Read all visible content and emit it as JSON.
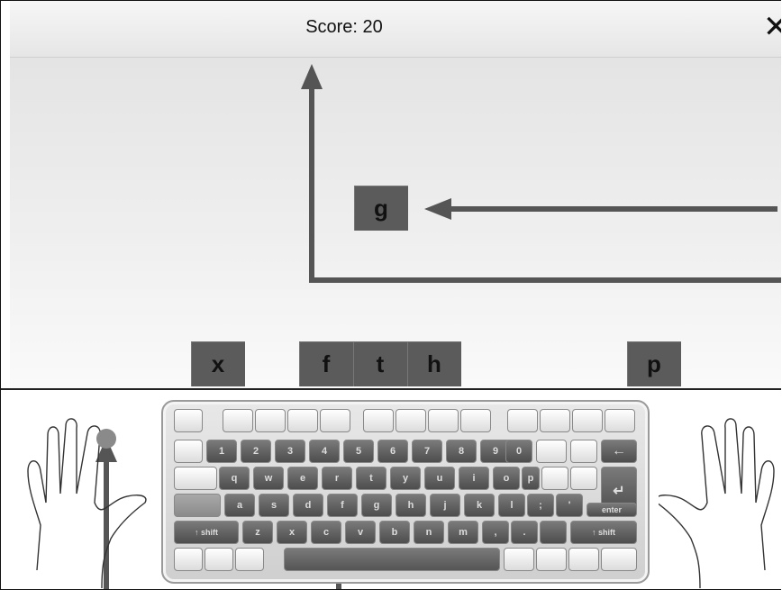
{
  "header": {
    "score": "Score: 20",
    "close_icon": "close-icon"
  },
  "falling_letters": [
    {
      "name": "falling-letter-g",
      "letter": "g"
    },
    {
      "name": "falling-letter-x",
      "letter": "x"
    },
    {
      "name": "falling-letter-f",
      "letter": "f"
    },
    {
      "name": "falling-letter-t",
      "letter": "t"
    },
    {
      "name": "falling-letter-h",
      "letter": "h"
    },
    {
      "name": "falling-letter-p",
      "letter": "p"
    }
  ],
  "keyboard": {
    "row1": [
      "1",
      "2",
      "3",
      "4",
      "5",
      "6",
      "7",
      "8",
      "9",
      "0"
    ],
    "row2": [
      "q",
      "w",
      "e",
      "r",
      "t",
      "y",
      "u",
      "i",
      "o",
      "p"
    ],
    "row3": [
      "a",
      "s",
      "d",
      "f",
      "g",
      "h",
      "j",
      "k",
      "l",
      ";",
      "'"
    ],
    "row4": [
      "z",
      "x",
      "c",
      "v",
      "b",
      "n",
      "m",
      ",",
      "."
    ],
    "enter_label": "enter",
    "shift_left_label": "↑ shift",
    "shift_right_label": "↑ shift",
    "backspace_icon": "←",
    "enter_icon": "↵"
  },
  "hands": {
    "left_icon": "left-hand-icon",
    "right_icon": "right-hand-icon"
  },
  "colors": {
    "tile": "#5b5b5b",
    "key_dark": "#555555",
    "arrow": "#555555"
  }
}
